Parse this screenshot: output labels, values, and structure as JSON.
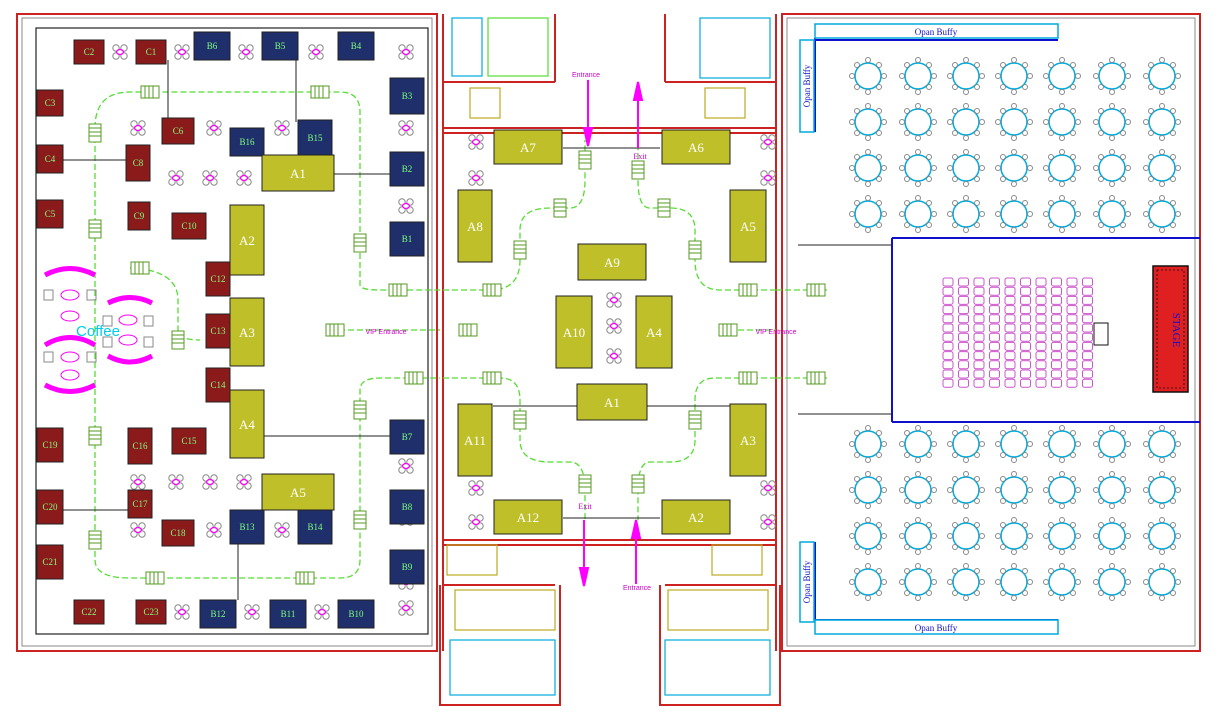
{
  "colors": {
    "wall_red": "#cc2222",
    "booth_c": "#8b1a1a",
    "booth_b": "#1f2f6b",
    "booth_a": "#bfbf2a",
    "booth_a_text": "#ffffff",
    "booth_bc_text": "#7fff7f",
    "aisle_green": "#55dd33",
    "magenta": "#ff00ff",
    "cyan": "#00aadd",
    "stage_red": "#e02020",
    "blue_line": "#1010cc"
  },
  "labels": {
    "entrance_top": "Entrance",
    "exit_top": "Exit",
    "exit_bottom": "Exit",
    "entrance_bottom": "Entrance",
    "vip_left": "VIP Entrance",
    "vip_right": "VIP Entrance",
    "coffee": "Coffee",
    "stage": "STAGE",
    "buffet_top": "Opan Buffy",
    "buffet_bottom": "Opan Buffy",
    "buffet_left_top": "Opan Buffy",
    "buffet_left_bottom": "Opan Buffy"
  },
  "booths_left": {
    "C2": "C2",
    "C1": "C1",
    "B6": "B6",
    "B5": "B5",
    "B4": "B4",
    "C3": "C3",
    "B3": "B3",
    "C4": "C4",
    "C6": "C6",
    "B16": "B16",
    "B15": "B15",
    "C8": "C8",
    "A1": "A1",
    "B2": "B2",
    "C5": "C5",
    "C9": "C9",
    "C10": "C10",
    "A2": "A2",
    "B1": "B1",
    "C12": "C12",
    "A3": "A3",
    "C13": "C13",
    "C14": "C14",
    "A4": "A4",
    "C19": "C19",
    "C16": "C16",
    "C15": "C15",
    "B7": "B7",
    "C20": "C20",
    "C17": "C17",
    "A5": "A5",
    "B8": "B8",
    "C18": "C18",
    "B13": "B13",
    "B14": "B14",
    "C21": "C21",
    "B9": "B9",
    "C22": "C22",
    "C23": "C23",
    "B12": "B12",
    "B11": "B11",
    "B10": "B10"
  },
  "booths_center": {
    "A7": "A7",
    "A6": "A6",
    "A8": "A8",
    "A5": "A5",
    "A9": "A9",
    "A10": "A10",
    "A4": "A4",
    "A1": "A1",
    "A11": "A11",
    "A3": "A3",
    "A12": "A12",
    "A2": "A2"
  }
}
